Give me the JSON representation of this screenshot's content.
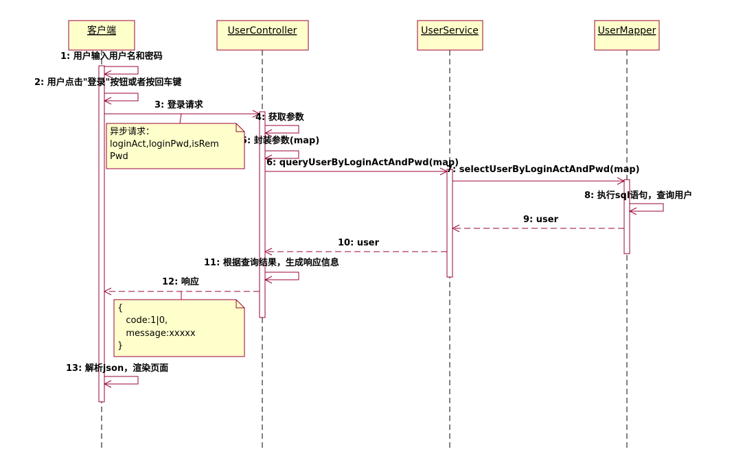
{
  "colors": {
    "box_fill": "#ffffcc",
    "box_stroke": "#990033",
    "line": "#990033",
    "lifeline": "#000000",
    "note_fill": "#ffffcc",
    "note_stroke": "#990033"
  },
  "participants": [
    {
      "id": "client",
      "name": "客户端"
    },
    {
      "id": "controller",
      "name": "UserController"
    },
    {
      "id": "service",
      "name": "UserService"
    },
    {
      "id": "mapper",
      "name": "UserMapper"
    }
  ],
  "messages": [
    {
      "n": 1,
      "label": "1: 用户输入用户名和密码",
      "from": "client",
      "to": "client",
      "kind": "self"
    },
    {
      "n": 2,
      "label": "2: 用户点击\"登录\"按钮或者按回车键",
      "from": "client",
      "to": "client",
      "kind": "self"
    },
    {
      "n": 3,
      "label": "3: 登录请求",
      "from": "client",
      "to": "controller",
      "kind": "sync"
    },
    {
      "n": 4,
      "label": "4: 获取参数",
      "from": "controller",
      "to": "controller",
      "kind": "self"
    },
    {
      "n": 5,
      "label": "5: 封装参数(map)",
      "from": "controller",
      "to": "controller",
      "kind": "self"
    },
    {
      "n": 6,
      "label": "6: queryUserByLoginActAndPwd(map)",
      "from": "controller",
      "to": "service",
      "kind": "sync"
    },
    {
      "n": 7,
      "label": "7: selectUserByLoginActAndPwd(map)",
      "from": "service",
      "to": "mapper",
      "kind": "sync"
    },
    {
      "n": 8,
      "label": "8: 执行sql语句，查询用户",
      "from": "mapper",
      "to": "mapper",
      "kind": "self"
    },
    {
      "n": 9,
      "label": "9: user",
      "from": "mapper",
      "to": "service",
      "kind": "return"
    },
    {
      "n": 10,
      "label": "10: user",
      "from": "service",
      "to": "controller",
      "kind": "return"
    },
    {
      "n": 11,
      "label": "11: 根据查询结果，生成响应信息",
      "from": "controller",
      "to": "controller",
      "kind": "self"
    },
    {
      "n": 12,
      "label": "12: 响应",
      "from": "controller",
      "to": "client",
      "kind": "return"
    },
    {
      "n": 13,
      "label": "13: 解析json，渲染页面",
      "from": "client",
      "to": "client",
      "kind": "self"
    }
  ],
  "notes": [
    {
      "id": "async-note",
      "lines": [
        "异步请求：",
        "loginAct,loginPwd,isRem",
        "Pwd"
      ],
      "attached_to": 3
    },
    {
      "id": "response-note",
      "lines": [
        "{",
        "   code:1|0,",
        "   message:xxxxx",
        "}"
      ],
      "attached_to": 12
    }
  ]
}
